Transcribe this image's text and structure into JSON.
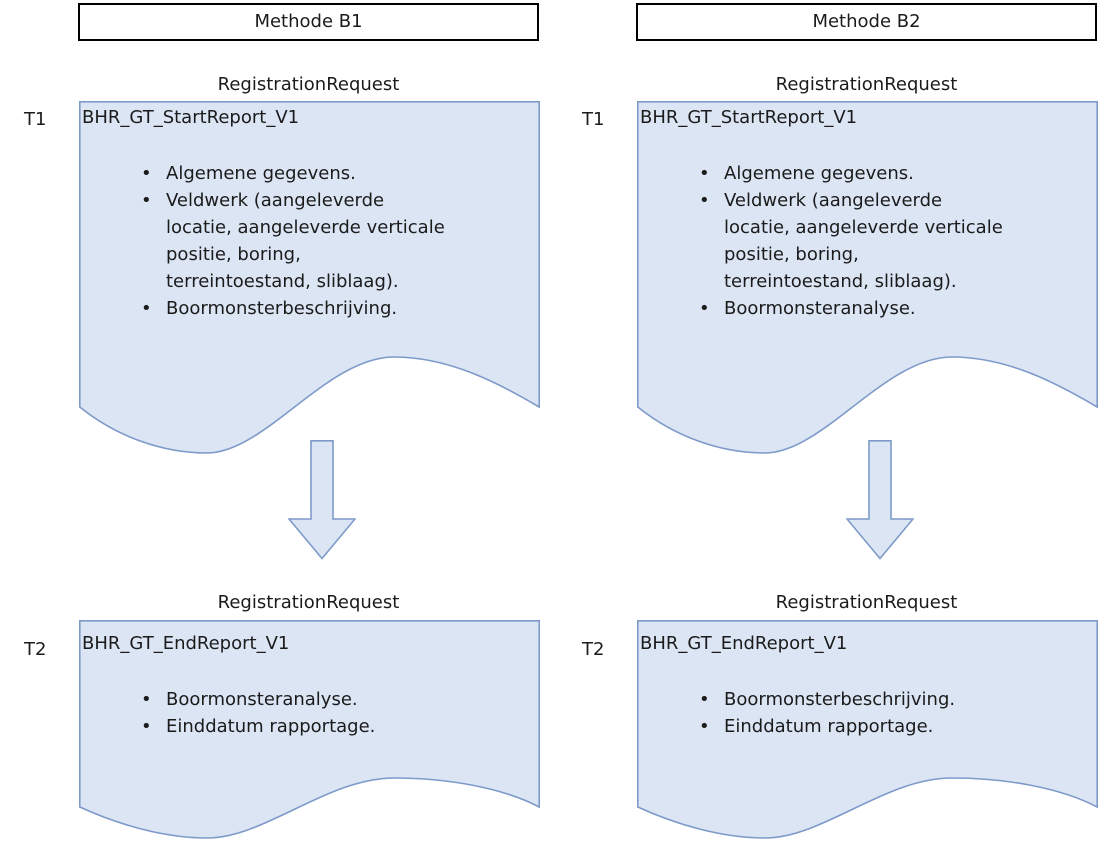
{
  "bullet_char": "•",
  "colors": {
    "shape_fill": "#dbe5f4",
    "shape_stroke": "#7e9ac9",
    "header_border": "#000000",
    "text_color": "#1b1b1b"
  },
  "columns": [
    {
      "method_label": "Methode B1",
      "t1": {
        "tag": "T1",
        "request_label": "RegistrationRequest",
        "title": "BHR_GT_StartReport_V1",
        "bullets": [
          "Algemene gegevens.",
          "Veldwerk (aangeleverde\nlocatie, aangeleverde verticale\npositie, boring,\nterreintoestand, sliblaag).",
          "Boormonsterbeschrijving."
        ]
      },
      "t2": {
        "tag": "T2",
        "request_label": "RegistrationRequest",
        "title": "BHR_GT_EndReport_V1",
        "bullets": [
          "Boormonsteranalyse.",
          "Einddatum rapportage."
        ]
      }
    },
    {
      "method_label": "Methode B2",
      "t1": {
        "tag": "T1",
        "request_label": "RegistrationRequest",
        "title": "BHR_GT_StartReport_V1",
        "bullets": [
          "Algemene gegevens.",
          "Veldwerk (aangeleverde\nlocatie, aangeleverde verticale\npositie, boring,\nterreintoestand, sliblaag).",
          "Boormonsteranalyse."
        ]
      },
      "t2": {
        "tag": "T2",
        "request_label": "RegistrationRequest",
        "title": "BHR_GT_EndReport_V1",
        "bullets": [
          "Boormonsterbeschrijving.",
          "Einddatum rapportage."
        ]
      }
    }
  ]
}
